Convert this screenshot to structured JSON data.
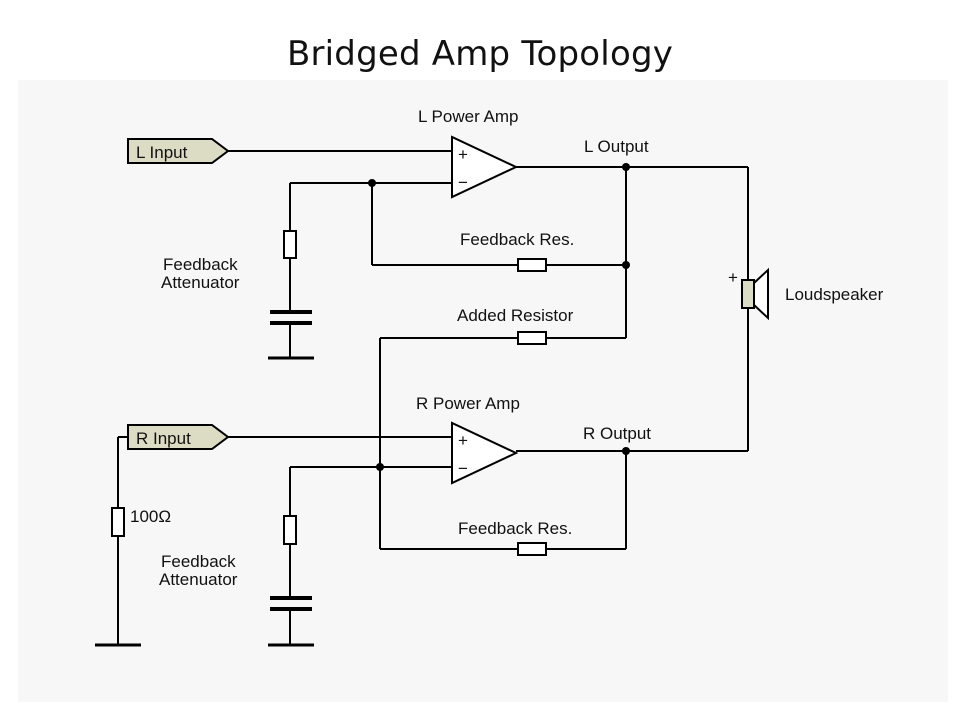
{
  "slide": {
    "title": "Bridged Amp Topology"
  },
  "diagram": {
    "labels": {
      "l_power_amp": "L Power Amp",
      "l_output": "L Output",
      "l_input": "L Input",
      "feedback_res_top": "Feedback Res.",
      "feedback_attenuator_top_1": "Feedback",
      "feedback_attenuator_top_2": "Attenuator",
      "added_resistor": "Added Resistor",
      "loudspeaker": "Loudspeaker",
      "speaker_plus": "+",
      "r_power_amp": "R Power Amp",
      "r_output": "R Output",
      "r_input": "R Input",
      "resistor_100": "100Ω",
      "feedback_res_bottom": "Feedback Res.",
      "feedback_attenuator_bottom_1": "Feedback",
      "feedback_attenuator_bottom_2": "Attenuator",
      "plus": "+",
      "minus": "−"
    }
  }
}
